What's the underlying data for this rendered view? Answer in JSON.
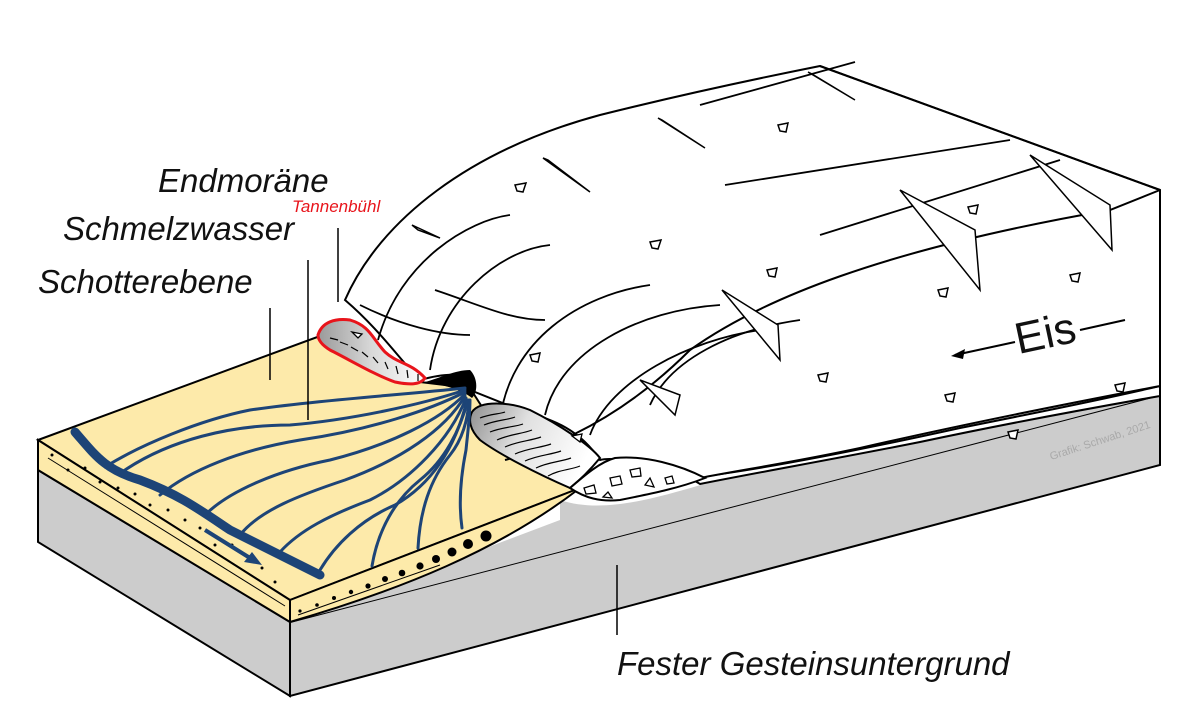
{
  "diagram": {
    "type": "block-diagram",
    "subject": "glacial landforms cross-section",
    "labels": {
      "endmoraene": "Endmoräne",
      "tannenbuehl": "Tannenbühl",
      "schmelzwasser": "Schmelzwasser",
      "schotterebene": "Schotterebene",
      "eis": "Eis",
      "bedrock": "Fester Gesteinsuntergrund"
    },
    "credit": "Grafik: Schwab, 2021",
    "colors": {
      "outwash_plain": "#fdeaaa",
      "bedrock": "#cccccc",
      "meltwater": "#1d4477",
      "moraine_outline": "#e8141b",
      "tannenbuehl_text": "#e8141b",
      "ice": "#ffffff",
      "outline": "#000000",
      "credit_text": "#a9a9a9"
    },
    "ice_flow_direction": "left"
  }
}
